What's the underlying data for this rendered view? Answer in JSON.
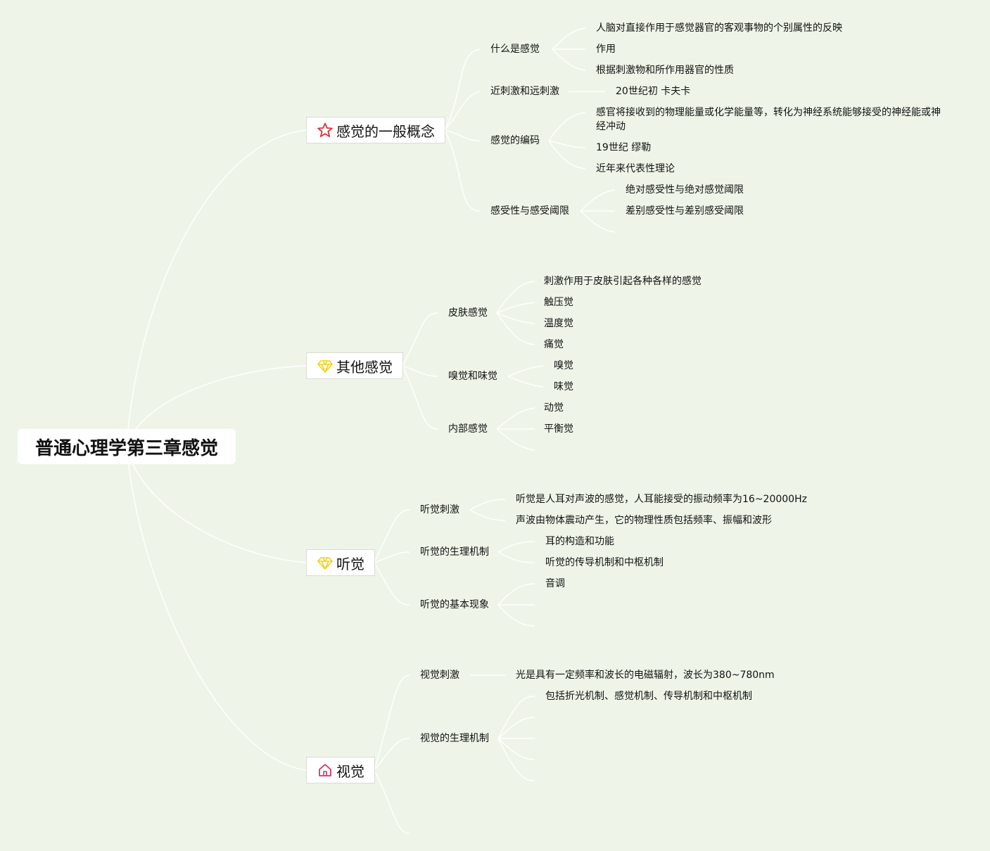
{
  "root": {
    "title": "普通心理学第三章感觉"
  },
  "branches": [
    {
      "label": "感觉的一般概念",
      "icon": "star-icon",
      "children": [
        {
          "label": "什么是感觉",
          "items": [
            "人脑对直接作用于感觉器官的客观事物的个别属性的反映",
            "作用",
            "根据刺激物和所作用器官的性质"
          ]
        },
        {
          "label": "近刺激和远刺激",
          "items": [
            "20世纪初 卡夫卡"
          ]
        },
        {
          "label": "感觉的编码",
          "items": [
            "感官将接收到的物理能量或化学能量等，转化为神经系统能够接受的神经能或神经冲动",
            "19世纪 缪勒",
            "近年来代表性理论"
          ]
        },
        {
          "label": "感受性与感受阈限",
          "items": [
            "绝对感受性与绝对感觉阈限",
            "差别感受性与差别感受阈限"
          ]
        }
      ]
    },
    {
      "label": "其他感觉",
      "icon": "diamond-icon",
      "children": [
        {
          "label": "皮肤感觉",
          "items": [
            "刺激作用于皮肤引起各种各样的感觉",
            "触压觉",
            "温度觉",
            "痛觉"
          ]
        },
        {
          "label": "嗅觉和味觉",
          "items": [
            "嗅觉",
            "味觉"
          ]
        },
        {
          "label": "内部感觉",
          "items": [
            "动觉",
            "平衡觉"
          ]
        }
      ]
    },
    {
      "label": "听觉",
      "icon": "diamond-icon",
      "children": [
        {
          "label": "听觉刺激",
          "items": [
            "听觉是人耳对声波的感觉，人耳能接受的振动频率为16~20000Hz",
            "声波由物体震动产生，它的物理性质包括频率、振幅和波形"
          ]
        },
        {
          "label": "听觉的生理机制",
          "items": [
            "耳的构造和功能",
            "听觉的传导机制和中枢机制"
          ]
        },
        {
          "label": "听觉的基本现象",
          "items": [
            "音调"
          ]
        }
      ]
    },
    {
      "label": "视觉",
      "icon": "house-icon",
      "children": [
        {
          "label": "视觉刺激",
          "items": [
            "光是具有一定频率和波长的电磁辐射，波长为380~780nm"
          ]
        },
        {
          "label": "视觉的生理机制",
          "items": [
            "包括折光机制、感觉机制、传导机制和中枢机制"
          ]
        }
      ]
    }
  ],
  "colors": {
    "background": "#eef5e8",
    "connector": "#ffffff",
    "star": "#e0333a",
    "diamond": "#f2d21a",
    "house": "#d6336c"
  }
}
